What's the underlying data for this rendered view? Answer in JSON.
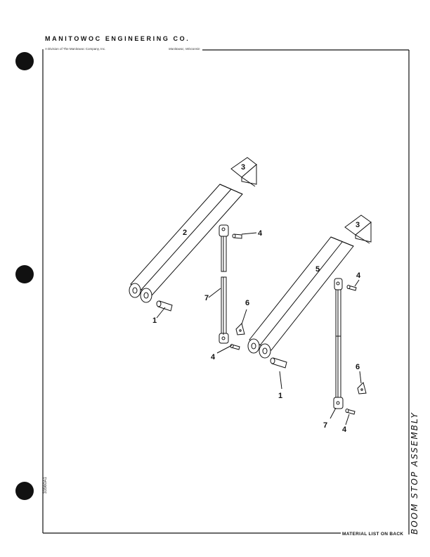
{
  "header": {
    "company": "MANITOWOC ENGINEERING CO.",
    "division": "A Division of The Manitowoc Company, Inc.",
    "location": "Manitowoc, Wisconsin"
  },
  "footer": {
    "material_list": "MATERIAL LIST ON BACK",
    "doc_number": "33560A1"
  },
  "side_title": "BOOM STOP ASSEMBLY",
  "callouts": {
    "c1a": "1",
    "c2": "2",
    "c3a": "3",
    "c4a": "4",
    "c4b": "4",
    "c6a": "6",
    "c7a": "7",
    "c1b": "1",
    "c3b": "3",
    "c4c": "4",
    "c4d": "4",
    "c5": "5",
    "c6b": "6",
    "c7b": "7"
  },
  "icons": [
    "punch-hole",
    "boom-stop-part"
  ]
}
